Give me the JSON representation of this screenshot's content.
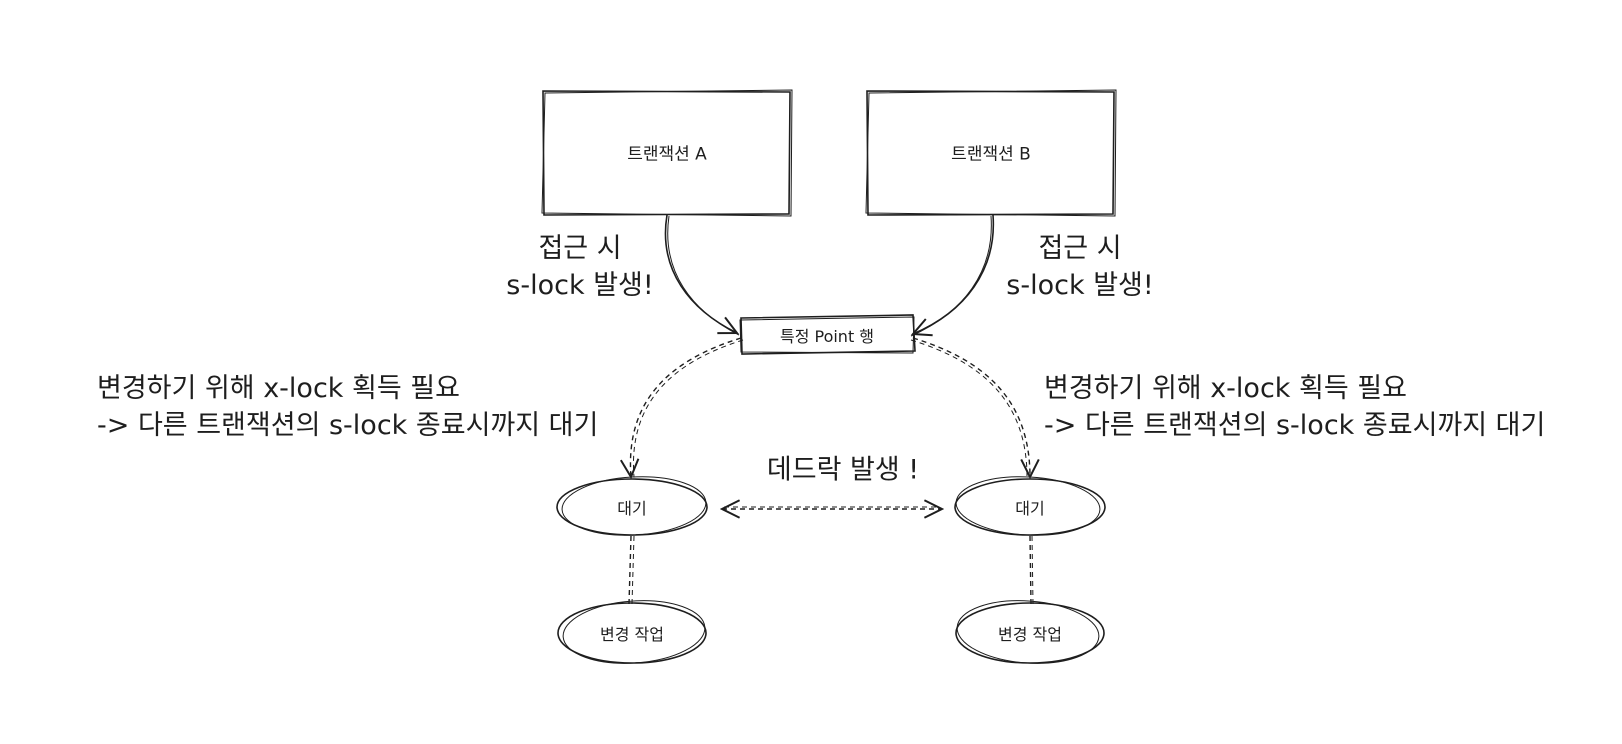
{
  "nodes": {
    "transaction_a": "트랜잭션 A",
    "transaction_b": "트랜잭션 B",
    "point_row": "특정 Point 행",
    "wait_left": "대기",
    "wait_right": "대기",
    "change_left": "변경 작업",
    "change_right": "변경 작업"
  },
  "annotations": {
    "access_left": [
      "접근 시",
      "s-lock 발생!"
    ],
    "access_right": [
      "접근 시",
      "s-lock 발생!"
    ],
    "need_xlock_left": [
      "변경하기 위해 x-lock 획득 필요",
      "-> 다른 트랜잭션의 s-lock 종료시까지 대기"
    ],
    "need_xlock_right": [
      "변경하기 위해 x-lock 획득 필요",
      "-> 다른 트랜잭션의 s-lock 종료시까지 대기"
    ],
    "deadlock": "데드락 발생 !"
  },
  "colors": {
    "stroke": "#1e1e1e",
    "background": "#ffffff"
  }
}
